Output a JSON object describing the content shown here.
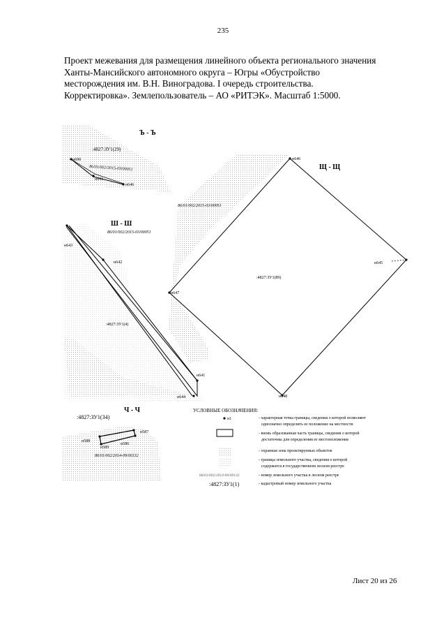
{
  "page_number": "235",
  "title_lines": [
    "Проект межевания для размещения линейного объекта регионального значения",
    "Ханты-Мансийского автономного округа – Югры «Обустройство",
    "месторождения им. В.Н. Виноградова. I очередь строительства.",
    "Корректировка». Землепользователь – АО «РИТЭК». Масштаб 1:5000."
  ],
  "fragments": [
    {
      "title": "Ъ - Ъ",
      "plot": ":4827:ЗУ1(29)",
      "forest": "86/01/002/2015-03/00051",
      "points": [
        "н690",
        "н691",
        "н646"
      ]
    },
    {
      "title": "Щ - Щ",
      "plot": ":4827:ЗУ1(89)",
      "forest": "86/01/002/2015-03/00051",
      "points": [
        "н646",
        "н645",
        "н647",
        "н648"
      ]
    },
    {
      "title": "Ш - Ш",
      "plot": ":4827:ЗУ1(4)",
      "forest": "86/01/002/2015-03/00051",
      "points": [
        "н643",
        "н642",
        "н641",
        "н644"
      ]
    },
    {
      "title": "Ч - Ч",
      "plot": ":4827:ЗУ1(34)",
      "forest": "86/01/002/2014-09/00132",
      "points": [
        "н588",
        "н587",
        "н589",
        "н586"
      ]
    }
  ],
  "legend": {
    "title": "УСЛОВНЫЕ ОБОЗНАЧЕНИЯ:",
    "items": [
      {
        "symbol": "н1",
        "text": [
          "- характерная точка границы, сведения о которой позволяют",
          "однозначно определить ее положение на местности"
        ]
      },
      {
        "symbol": "",
        "text": [
          "- вновь образованная часть границы, сведения о которой",
          "достаточны для определения ее местоположения"
        ]
      },
      {
        "symbol": "",
        "text": [
          "- охранная зона проектируемых объектов"
        ]
      },
      {
        "symbol": "",
        "text": [
          "- граница земельного участка, сведения о которой",
          "содержатся в государственном лесном реестре"
        ]
      },
      {
        "symbol": "86/01/002/2014-09/00132",
        "text": [
          "- номер земельного участка в лесном реестре"
        ]
      },
      {
        "symbol": ":4827:ЗУ1(1)",
        "text": [
          "- кадастровый номер земельного участка"
        ]
      }
    ]
  },
  "footer": "Лист 20 из 26",
  "colors": {
    "ink": "#000000",
    "dots": "#bfbfbf",
    "paper": "#ffffff"
  }
}
